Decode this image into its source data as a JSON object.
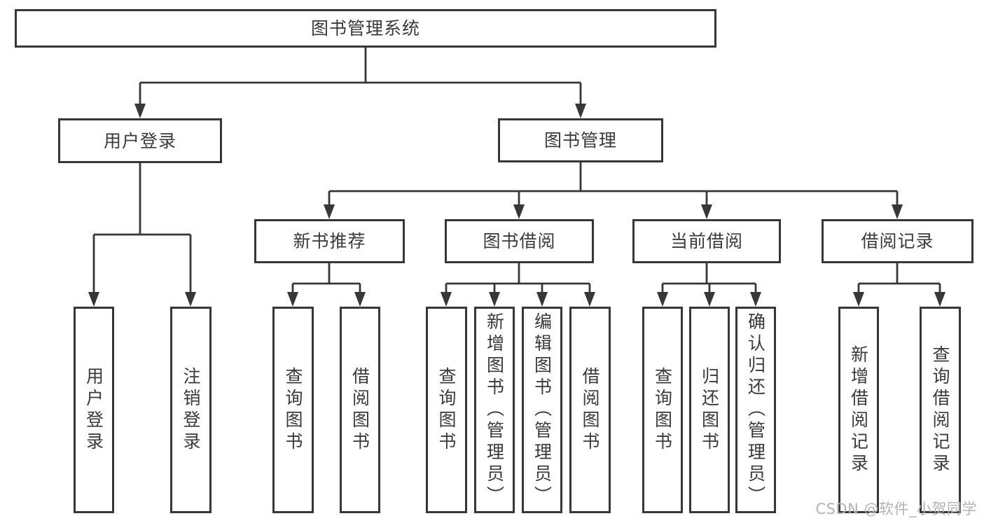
{
  "diagram": {
    "title": "图书管理系统",
    "level2": [
      "用户登录",
      "图书管理"
    ],
    "level3": [
      "新书推荐",
      "图书借阅",
      "当前借阅",
      "借阅记录"
    ],
    "leaves_user_login": [
      "用户登录",
      "注销登录"
    ],
    "leaves_new_book": [
      "查询图书",
      "借阅图书"
    ],
    "leaves_book_borrow": [
      "查询图书",
      "新增图书（管理员）",
      "编辑图书（管理员）",
      "借阅图书"
    ],
    "leaves_current_borrow": [
      "查询图书",
      "归还图书",
      "确认归还（管理员）"
    ],
    "leaves_borrow_record": [
      "新增借阅记录",
      "查询借阅记录"
    ]
  },
  "watermark": {
    "text": "CSDN @软件_小贺同学"
  },
  "theme": {
    "line_color": "#373737",
    "border_color": "#373737",
    "text_color": "#3a3a3a",
    "watermark_color": "#b3b3b3",
    "background": "#ffffff"
  }
}
